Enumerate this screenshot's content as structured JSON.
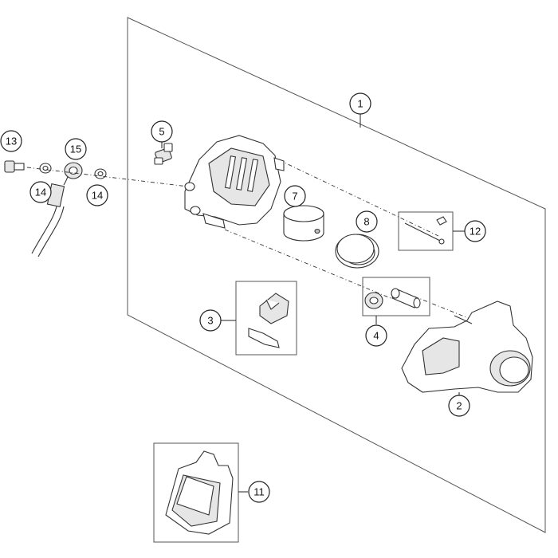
{
  "callouts": {
    "c1": "1",
    "c2": "2",
    "c3": "3",
    "c4": "4",
    "c5": "5",
    "c7": "7",
    "c8": "8",
    "c11": "11",
    "c12": "12",
    "c13": "13",
    "c14a": "14",
    "c14b": "14",
    "c15": "15"
  }
}
